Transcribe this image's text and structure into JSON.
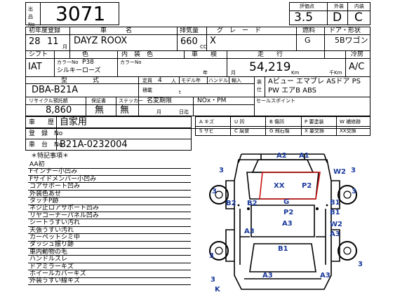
{
  "header": {
    "stock_label": "出品\nNo",
    "stock_no": "3071",
    "grade_label": "評価点",
    "exterior_label": "外装",
    "interior_label": "内装",
    "score": "3.5",
    "exterior": "D",
    "interior": "C"
  },
  "row1": {
    "year_label": "初年度登録",
    "car_label": "車　　　名",
    "disp_label": "排気量",
    "grade_label": "グ　レ　ー　ド",
    "fuel_label": "燃料",
    "door_label": "ドア・形状",
    "year": "28",
    "month": "11",
    "month_unit": "月",
    "car_name": "DAYZ ROOX",
    "disp": "660",
    "cc": "CC",
    "grade": "X",
    "fuel": "G",
    "door": "5Bワゴン"
  },
  "row2": {
    "shift_label": "シフト",
    "color_label": "色",
    "intcolor_label": "内　装　色",
    "inspect_label": "車　　検",
    "mileage_label": "走　　行",
    "ac_label": "冷房",
    "shift": "IAT",
    "colorno_label": "カラーNo",
    "color_no": "P38",
    "color": "シルキーローズ",
    "int_colorno_label": "カラーNo",
    "year_unit": "年",
    "month_unit": "月",
    "mileage": "54,219",
    "km": "Km",
    "thou_km": "千Km",
    "ac": "A/C"
  },
  "row3": {
    "model_label": "型　　　　式",
    "capacity_label": "定員",
    "capacity": "4",
    "person": "人",
    "model_type_label": "モデル年",
    "handle_label": "ハンドル",
    "import_label": "輸入",
    "equip_label": "装備",
    "model": "DBA-B21A",
    "load_label": "積載",
    "ton": "t",
    "equipment_line1": "Aビュー エマブレ ASドア PS",
    "equipment_line2": "PW エアB ABS",
    "equipment_side": "装　仕"
  },
  "row4": {
    "recycle_label": "リサイクル預託額",
    "warranty_label": "保証書",
    "sticker_label": "ステッカー",
    "name_change_label": "名変期限",
    "nox_label": "NOx・PM",
    "sales_point_label": "セールスポイント",
    "recycle": "8,860",
    "warranty": "無",
    "sticker": "無",
    "month_unit": "月",
    "day_unit": "日迄"
  },
  "history": {
    "history_label": "車　　歴",
    "history": "自家用",
    "reg_label": "登　録　No",
    "reg": "",
    "chassis_label": "車　台　No",
    "chassis": "B21A-0232004"
  },
  "legend": {
    "rows": [
      [
        "A キズ",
        "U 凹",
        "P 要塗装",
        "W 補修跡"
      ],
      [
        "S サビ",
        "C 腐食",
        "G 飛石傷",
        "X 要交換",
        "XX交換"
      ]
    ],
    "row1_extra": "B 傷凹",
    "a": "A キズ",
    "u": "U 凹",
    "b": "B 傷凹",
    "p": "P 要塗装",
    "w": "W 補修跡",
    "s": "S サビ",
    "c": "C 腐食",
    "g": "G 飛石傷",
    "x": "X 要交換",
    "xx": "XX交換"
  },
  "notes": {
    "title": "＊特記事項＊",
    "items": [
      "AA初",
      "Fインナー小凹み",
      "Fサイドメンバー小凹み",
      "コアサポート凹み",
      "外装色あせ",
      "タッチP跡",
      "ネジ止ロアサポート凹み",
      "リヤコーナーパネル凹み",
      "シートうすい汚れ",
      "天張うすい汚れ",
      "カーペットシミ中",
      "ダッシュ振り跡",
      "車内動物の毛",
      "ハンドルスレ",
      "ドアミラーキズ",
      "ホイールカバーキズ",
      "外装うすい線キズ"
    ]
  },
  "diagram": {
    "marks": {
      "a2_top": "A2",
      "a1_top": "A1",
      "num3_tl": "3",
      "num3_tr": "3",
      "w2_tr": "W2",
      "xx": "XX",
      "p2_hood": "P2",
      "num3_mid_l": "3",
      "num3_mid_r": "3",
      "b2_l": "B2",
      "b2_l2": "B2",
      "g": "G",
      "b1_r": "B1",
      "b1_r2": "B1",
      "p2_roof": "P2",
      "a3_roof": "A3",
      "a3_l": "A3",
      "w2_r": "W2",
      "a3_r": "A3",
      "b1_trunk": "B1",
      "num3_bl": "3",
      "num3_br": "3",
      "a3_bot1": "A3",
      "a3_bot2": "A3",
      "num3_rear": "3",
      "k": "K"
    }
  }
}
